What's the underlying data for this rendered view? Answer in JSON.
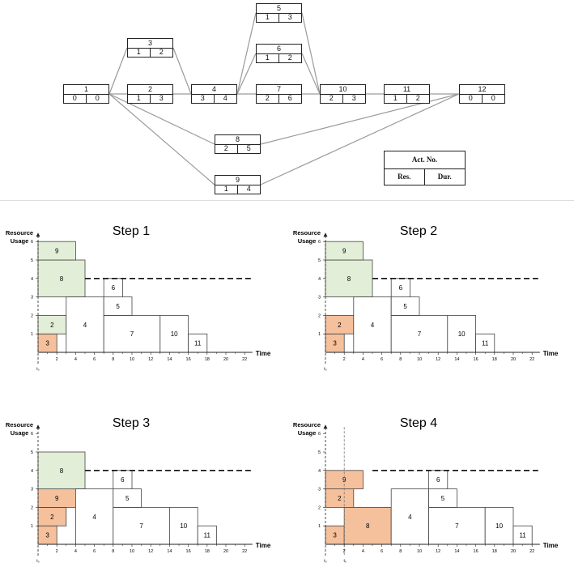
{
  "network": {
    "nodes": [
      {
        "id": "1",
        "res": "0",
        "dur": "0"
      },
      {
        "id": "2",
        "res": "1",
        "dur": "3"
      },
      {
        "id": "3",
        "res": "1",
        "dur": "2"
      },
      {
        "id": "4",
        "res": "3",
        "dur": "4"
      },
      {
        "id": "5",
        "res": "1",
        "dur": "3"
      },
      {
        "id": "6",
        "res": "1",
        "dur": "2"
      },
      {
        "id": "7",
        "res": "2",
        "dur": "6"
      },
      {
        "id": "8",
        "res": "2",
        "dur": "5"
      },
      {
        "id": "9",
        "res": "1",
        "dur": "4"
      },
      {
        "id": "10",
        "res": "2",
        "dur": "3"
      },
      {
        "id": "11",
        "res": "1",
        "dur": "2"
      },
      {
        "id": "12",
        "res": "0",
        "dur": "0"
      }
    ],
    "edges": [
      [
        "1",
        "2"
      ],
      [
        "1",
        "3"
      ],
      [
        "1",
        "8"
      ],
      [
        "1",
        "9"
      ],
      [
        "2",
        "4"
      ],
      [
        "3",
        "4"
      ],
      [
        "4",
        "5"
      ],
      [
        "4",
        "6"
      ],
      [
        "4",
        "7"
      ],
      [
        "5",
        "10"
      ],
      [
        "6",
        "10"
      ],
      [
        "7",
        "10"
      ],
      [
        "10",
        "11"
      ],
      [
        "11",
        "12"
      ],
      [
        "8",
        "12"
      ],
      [
        "9",
        "12"
      ]
    ],
    "legend": {
      "act": "Act. No.",
      "res": "Res.",
      "dur": "Dur."
    }
  },
  "colors": {
    "green": "#e3eed8",
    "orange": "#f5c09c",
    "white": "#ffffff",
    "stroke": "#444444"
  },
  "charts": [
    {
      "title": "Step 1",
      "ylabel": "Resource\nUsage",
      "xlabel": "Time",
      "start_label": "t₀",
      "capacity": 4,
      "xmax": 23,
      "ymax": 6,
      "xticks": [
        "2",
        "4",
        "6",
        "8",
        "10",
        "12",
        "14",
        "16",
        "18",
        "20",
        "22"
      ],
      "yticks": [
        "1",
        "2",
        "3",
        "4",
        "5",
        "6"
      ],
      "vline": null,
      "blocks": [
        {
          "label": "3",
          "x0": 0,
          "x1": 2,
          "y0": 0,
          "y1": 1,
          "color": "orange"
        },
        {
          "label": "2",
          "x0": 0,
          "x1": 3,
          "y0": 1,
          "y1": 2,
          "color": "green"
        },
        {
          "label": "8",
          "x0": 0,
          "x1": 5,
          "y0": 3,
          "y1": 5,
          "color": "green"
        },
        {
          "label": "9",
          "x0": 0,
          "x1": 4,
          "y0": 5,
          "y1": 6,
          "color": "green"
        },
        {
          "label": "4",
          "x0": 3,
          "x1": 7,
          "y0": 0,
          "y1": 3,
          "color": "white"
        },
        {
          "label": "7",
          "x0": 7,
          "x1": 13,
          "y0": 0,
          "y1": 2,
          "color": "white"
        },
        {
          "label": "5",
          "x0": 7,
          "x1": 10,
          "y0": 2,
          "y1": 3,
          "color": "white"
        },
        {
          "label": "6",
          "x0": 7,
          "x1": 9,
          "y0": 3,
          "y1": 4,
          "color": "white"
        },
        {
          "label": "10",
          "x0": 13,
          "x1": 16,
          "y0": 0,
          "y1": 2,
          "color": "white"
        },
        {
          "label": "11",
          "x0": 16,
          "x1": 18,
          "y0": 0,
          "y1": 1,
          "color": "white"
        }
      ]
    },
    {
      "title": "Step 2",
      "ylabel": "Resource\nUsage",
      "xlabel": "Time",
      "start_label": "t₀",
      "capacity": 4,
      "xmax": 23,
      "ymax": 6,
      "xticks": [
        "2",
        "4",
        "6",
        "8",
        "10",
        "12",
        "14",
        "16",
        "18",
        "20",
        "22"
      ],
      "yticks": [
        "1",
        "2",
        "3",
        "4",
        "5",
        "6"
      ],
      "vline": null,
      "blocks": [
        {
          "label": "3",
          "x0": 0,
          "x1": 2,
          "y0": 0,
          "y1": 1,
          "color": "orange"
        },
        {
          "label": "2",
          "x0": 0,
          "x1": 3,
          "y0": 1,
          "y1": 2,
          "color": "orange"
        },
        {
          "label": "8",
          "x0": 0,
          "x1": 5,
          "y0": 3,
          "y1": 5,
          "color": "green"
        },
        {
          "label": "9",
          "x0": 0,
          "x1": 4,
          "y0": 5,
          "y1": 6,
          "color": "green"
        },
        {
          "label": "4",
          "x0": 3,
          "x1": 7,
          "y0": 0,
          "y1": 3,
          "color": "white"
        },
        {
          "label": "7",
          "x0": 7,
          "x1": 13,
          "y0": 0,
          "y1": 2,
          "color": "white"
        },
        {
          "label": "5",
          "x0": 7,
          "x1": 10,
          "y0": 2,
          "y1": 3,
          "color": "white"
        },
        {
          "label": "6",
          "x0": 7,
          "x1": 9,
          "y0": 3,
          "y1": 4,
          "color": "white"
        },
        {
          "label": "10",
          "x0": 13,
          "x1": 16,
          "y0": 0,
          "y1": 2,
          "color": "white"
        },
        {
          "label": "11",
          "x0": 16,
          "x1": 18,
          "y0": 0,
          "y1": 1,
          "color": "white"
        }
      ]
    },
    {
      "title": "Step 3",
      "ylabel": "Resource\nUsage",
      "xlabel": "Time",
      "start_label": "t₀",
      "capacity": 4,
      "xmax": 23,
      "ymax": 6,
      "xticks": [
        "2",
        "4",
        "6",
        "8",
        "10",
        "12",
        "14",
        "16",
        "18",
        "20",
        "22"
      ],
      "yticks": [
        "1",
        "2",
        "3",
        "4",
        "5",
        "6"
      ],
      "vline": null,
      "blocks": [
        {
          "label": "3",
          "x0": 0,
          "x1": 2,
          "y0": 0,
          "y1": 1,
          "color": "orange"
        },
        {
          "label": "2",
          "x0": 0,
          "x1": 3,
          "y0": 1,
          "y1": 2,
          "color": "orange"
        },
        {
          "label": "9",
          "x0": 0,
          "x1": 4,
          "y0": 2,
          "y1": 3,
          "color": "orange"
        },
        {
          "label": "8",
          "x0": 0,
          "x1": 5,
          "y0": 3,
          "y1": 5,
          "color": "green"
        },
        {
          "label": "4",
          "x0": 4,
          "x1": 8,
          "y0": 0,
          "y1": 3,
          "color": "white"
        },
        {
          "label": "7",
          "x0": 8,
          "x1": 14,
          "y0": 0,
          "y1": 2,
          "color": "white"
        },
        {
          "label": "5",
          "x0": 8,
          "x1": 11,
          "y0": 2,
          "y1": 3,
          "color": "white"
        },
        {
          "label": "6",
          "x0": 8,
          "x1": 10,
          "y0": 3,
          "y1": 4,
          "color": "white"
        },
        {
          "label": "10",
          "x0": 14,
          "x1": 17,
          "y0": 0,
          "y1": 2,
          "color": "white"
        },
        {
          "label": "11",
          "x0": 17,
          "x1": 19,
          "y0": 0,
          "y1": 1,
          "color": "white"
        }
      ]
    },
    {
      "title": "Step 4",
      "ylabel": "Resource\nUsage",
      "xlabel": "Time",
      "start_label": "t₀",
      "capacity": 4,
      "xmax": 23,
      "ymax": 6,
      "xticks": [
        "2",
        "4",
        "6",
        "8",
        "10",
        "12",
        "14",
        "16",
        "18",
        "20",
        "22"
      ],
      "yticks": [
        "1",
        "2",
        "3",
        "4",
        "5",
        "6"
      ],
      "vline": 2,
      "blocks": [
        {
          "label": "3",
          "x0": 0,
          "x1": 2,
          "y0": 0,
          "y1": 1,
          "color": "orange"
        },
        {
          "label": "2",
          "x0": 0,
          "x1": 3,
          "y0": 2,
          "y1": 3,
          "color": "orange"
        },
        {
          "label": "9",
          "x0": 0,
          "x1": 4,
          "y0": 3,
          "y1": 4,
          "color": "orange"
        },
        {
          "label": "8",
          "x0": 2,
          "x1": 7,
          "y0": 0,
          "y1": 2,
          "color": "orange"
        },
        {
          "label": "4",
          "x0": 7,
          "x1": 11,
          "y0": 0,
          "y1": 3,
          "color": "white"
        },
        {
          "label": "7",
          "x0": 11,
          "x1": 17,
          "y0": 0,
          "y1": 2,
          "color": "white"
        },
        {
          "label": "5",
          "x0": 11,
          "x1": 14,
          "y0": 2,
          "y1": 3,
          "color": "white"
        },
        {
          "label": "6",
          "x0": 11,
          "x1": 13,
          "y0": 3,
          "y1": 4,
          "color": "white"
        },
        {
          "label": "10",
          "x0": 17,
          "x1": 20,
          "y0": 0,
          "y1": 2,
          "color": "white"
        },
        {
          "label": "11",
          "x0": 20,
          "x1": 22,
          "y0": 0,
          "y1": 1,
          "color": "white"
        }
      ]
    }
  ]
}
